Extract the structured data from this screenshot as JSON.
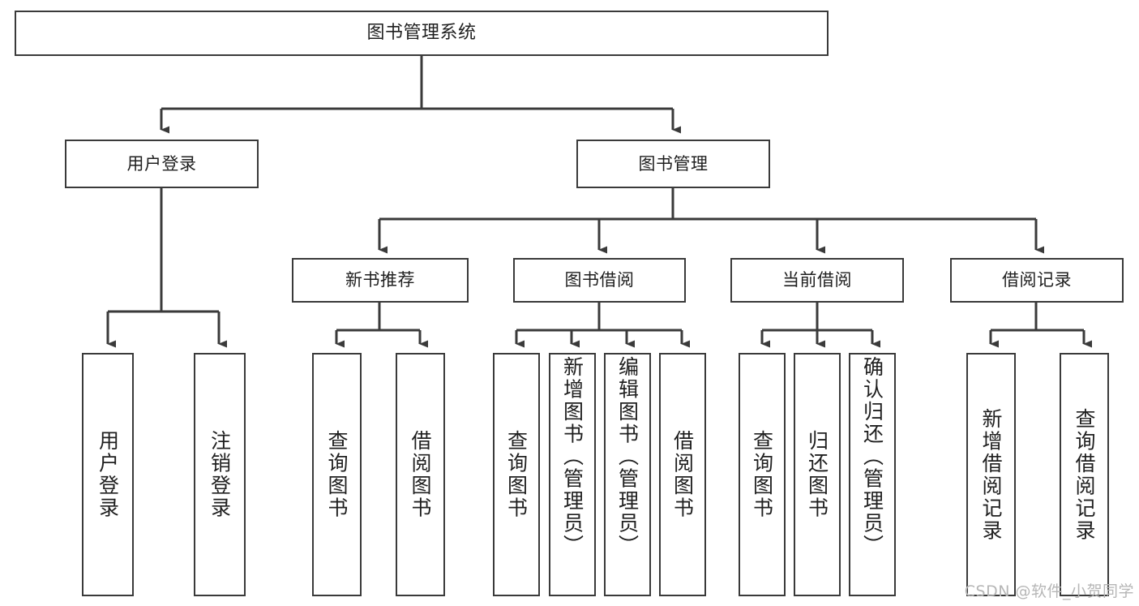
{
  "diagram": {
    "title": "图书管理系统",
    "type": "tree",
    "orientation": "top-down",
    "colors": {
      "background": "#ffffff",
      "node_border": "#3a3a3a",
      "node_fill": "#ffffff",
      "edge": "#3a3a3a",
      "text": "#1f1f1f",
      "watermark": "#b6b6b6"
    },
    "root": {
      "label": "图书管理系统"
    },
    "level1": [
      {
        "id": "user-login",
        "label": "用户登录"
      },
      {
        "id": "book-manage",
        "label": "图书管理"
      }
    ],
    "level2": [
      {
        "id": "new-book-recommend",
        "label": "新书推荐"
      },
      {
        "id": "book-borrow",
        "label": "图书借阅"
      },
      {
        "id": "current-borrow",
        "label": "当前借阅"
      },
      {
        "id": "borrow-record",
        "label": "借阅记录"
      }
    ],
    "leaves": {
      "user_login": [
        {
          "id": "leaf-user-login",
          "label": "用户登录"
        },
        {
          "id": "leaf-logout-login",
          "label": "注销登录"
        }
      ],
      "new_book_recommend": [
        {
          "id": "leaf-query-book-1",
          "label": "查询图书"
        },
        {
          "id": "leaf-borrow-book-1",
          "label": "借阅图书"
        }
      ],
      "book_borrow": [
        {
          "id": "leaf-query-book-2",
          "label": "查询图书"
        },
        {
          "id": "leaf-add-book",
          "label": "新增图书（管理员）"
        },
        {
          "id": "leaf-edit-book",
          "label": "编辑图书（管理员）"
        },
        {
          "id": "leaf-borrow-book-2",
          "label": "借阅图书"
        }
      ],
      "current_borrow": [
        {
          "id": "leaf-query-book-3",
          "label": "查询图书"
        },
        {
          "id": "leaf-return-book",
          "label": "归还图书"
        },
        {
          "id": "leaf-confirm-return",
          "label": "确认归还（管理员）"
        }
      ],
      "borrow_record": [
        {
          "id": "leaf-add-record",
          "label": "新增借阅记录"
        },
        {
          "id": "leaf-query-record",
          "label": "查询借阅记录"
        }
      ]
    }
  },
  "watermark": {
    "text": "CSDN @软件_小贺同学"
  }
}
